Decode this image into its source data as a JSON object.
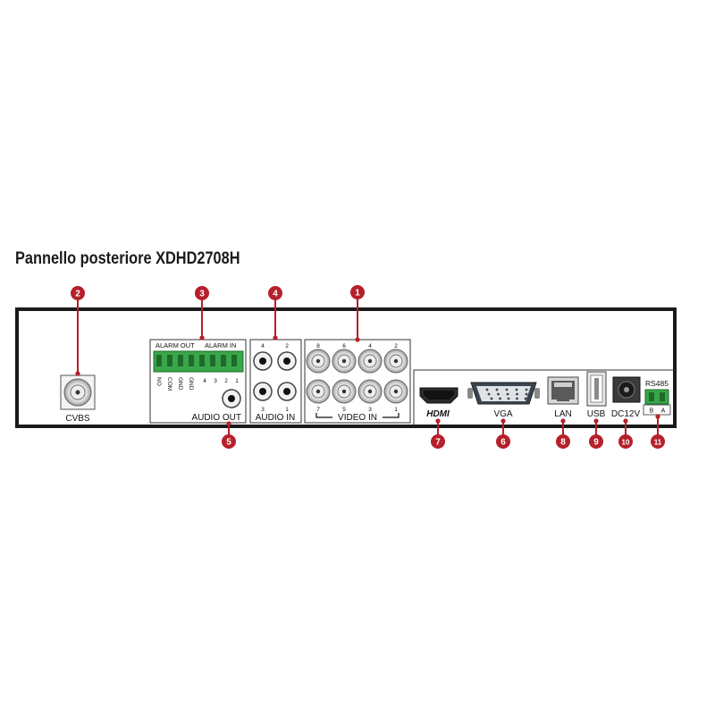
{
  "title": "Pannello posteriore XDHD2708H",
  "labels": {
    "cvbs": "CVBS",
    "alarm_out": "ALARM OUT",
    "alarm_in": "ALARM IN",
    "terminal_no": "NO",
    "terminal_com": "COM",
    "terminal_gnd1": "GND",
    "terminal_gnd2": "GND",
    "terminal_4": "4",
    "terminal_3": "3",
    "terminal_2": "2",
    "terminal_1": "1",
    "audio_out": "AUDIO OUT",
    "audio_in": "AUDIO IN",
    "audio_in_nums": [
      "4",
      "2",
      "3",
      "1"
    ],
    "video_in": "VIDEO IN",
    "video_in_top_nums": [
      "8",
      "6",
      "4",
      "2"
    ],
    "video_in_bottom_nums": [
      "7",
      "5",
      "3",
      "1"
    ],
    "hdmi": "HDMI",
    "vga": "VGA",
    "lan": "LAN",
    "usb": "USB",
    "dc12v": "DC12V",
    "rs485": "RS485",
    "rs485_b": "B",
    "rs485_a": "A"
  },
  "callouts": [
    "1",
    "2",
    "3",
    "4",
    "5",
    "6",
    "7",
    "8",
    "9",
    "10",
    "11"
  ],
  "colors": {
    "panel_border": "#1a1a1a",
    "callout_red": "#b5202a",
    "terminal_green": "#3aa64a"
  }
}
